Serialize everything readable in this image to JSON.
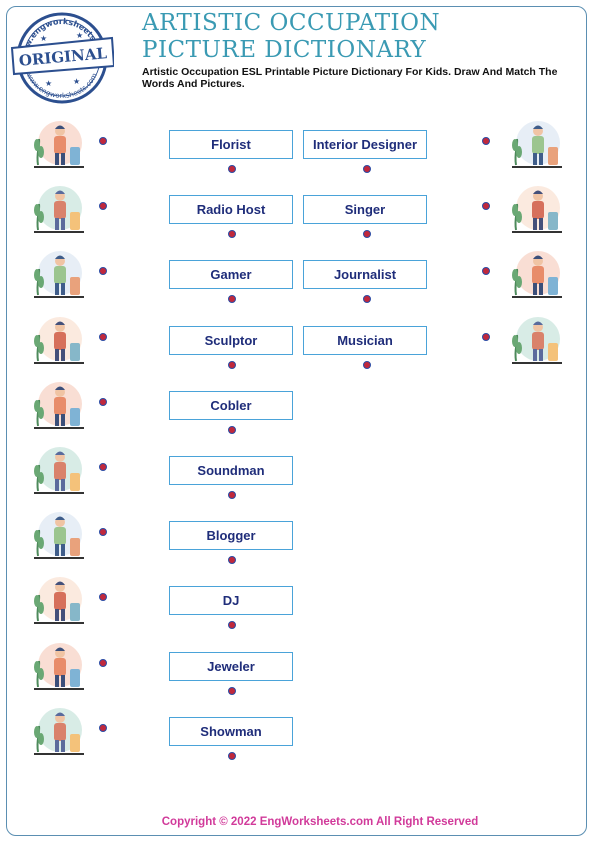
{
  "stamp": {
    "top_text": "www.engworksheets.com",
    "ribbon": "ORIGINAL",
    "bottom_text": "www.engworksheets.com"
  },
  "title_line1": "ARTISTIC OCCUPATION",
  "title_line2": "PICTURE DICTIONARY",
  "subtitle": "Artistic Occupation ESL Printable Picture Dictionary For Kids. Draw And Match The Words And Pictures.",
  "left_words": [
    "Florist",
    "Radio Host",
    "Gamer",
    "Sculptor",
    "Cobler",
    "Soundman",
    "Blogger",
    "DJ",
    "Jeweler",
    "Showman"
  ],
  "right_words": [
    "Interior Designer",
    "Singer",
    "Journalist",
    "Musician"
  ],
  "footer": "Copyright © 2022 EngWorksheets.com All Right Reserved",
  "colors": {
    "title": "#3a9ab3",
    "word_text": "#1f2d7a",
    "box_border": "#4aa3d9",
    "dot": "#c0283c",
    "footer": "#d13a9a"
  }
}
